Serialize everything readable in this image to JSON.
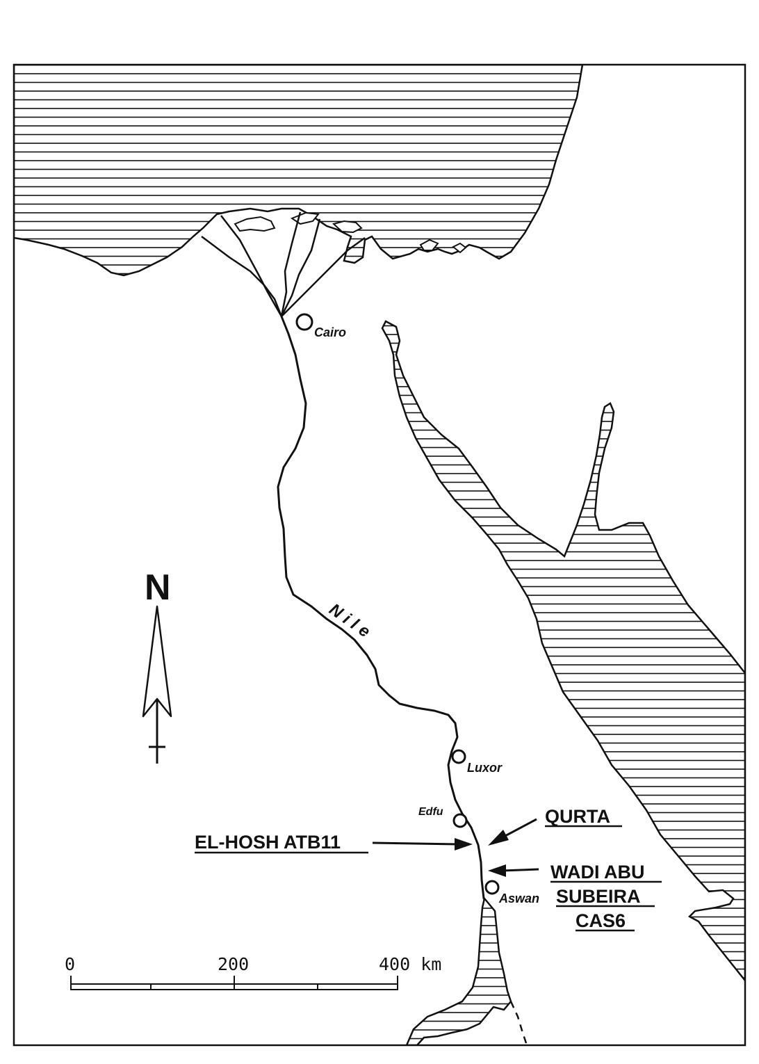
{
  "map": {
    "north_label": "N",
    "river_label": "Nile",
    "cities": {
      "cairo": "Cairo",
      "luxor": "Luxor",
      "edfu": "Edfu",
      "aswan": "Aswan"
    },
    "sites": {
      "qurta": "QURTA",
      "el_hosh": "EL-HOSH ATB11",
      "wadi_line1": "WADI ABU",
      "wadi_line2": "SUBEIRA",
      "wadi_line3": "CAS6"
    },
    "scale_bar": {
      "tick_0": "0",
      "tick_200": "200",
      "tick_400": "400 km"
    },
    "colors": {
      "ink": "#111111",
      "background": "#ffffff"
    }
  }
}
